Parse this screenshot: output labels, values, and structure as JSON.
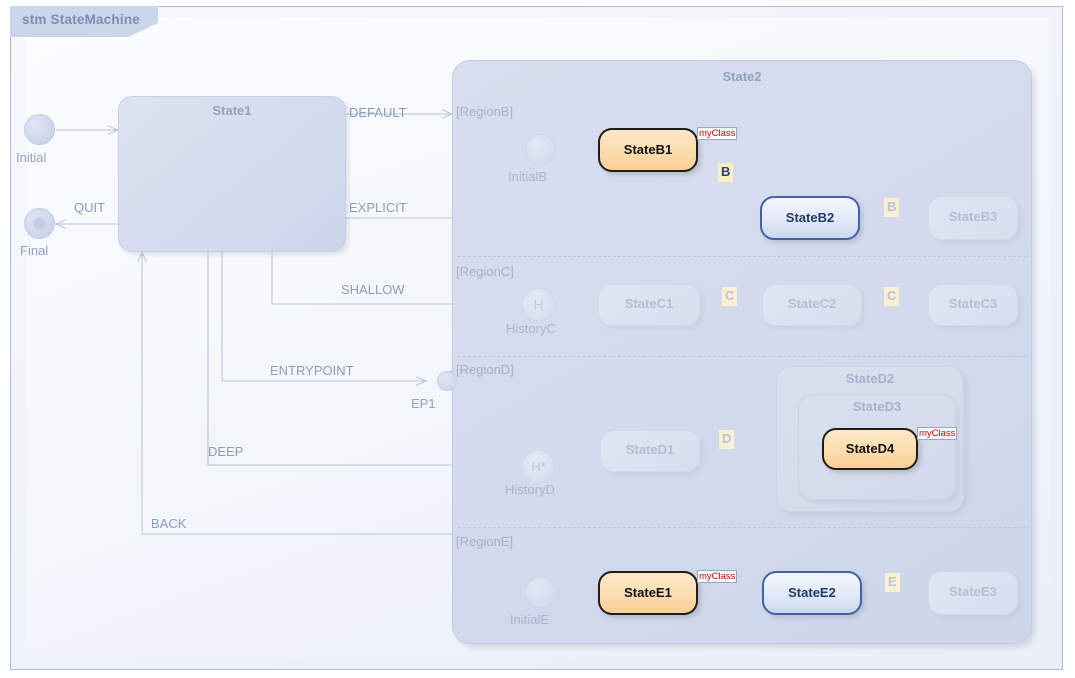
{
  "diagram": {
    "title": "stm StateMachine",
    "kind": "uml-state-machine"
  },
  "colors": {
    "frame_border": "#aebcd6",
    "title_tab_bg": "#ccd6ea",
    "title_text": "#7c8db0",
    "state_pale_fill": "#d4dcee",
    "state_faded_fill": "#dbe2f0",
    "active_fill": "#fcdcae",
    "active_border": "#1d1d1d",
    "blue_border": "#3f63a8",
    "event_badge_bg": "#fdeec4",
    "myclass_text": "#cc0000",
    "label_text": "#8c9cbe"
  },
  "top_level": {
    "initial": {
      "name": "Initial"
    },
    "final": {
      "name": "Final"
    },
    "state1": {
      "name": "State1"
    }
  },
  "transitions": [
    {
      "name": "DEFAULT",
      "from": "State1",
      "to": "RegionB",
      "label": "DEFAULT"
    },
    {
      "name": "EXPLICIT",
      "from": "State1",
      "to": "StateB2",
      "label": "EXPLICIT"
    },
    {
      "name": "SHALLOW",
      "from": "State1",
      "to": "HistoryC",
      "label": "SHALLOW"
    },
    {
      "name": "ENTRYPOINT",
      "from": "State1",
      "to": "EP1",
      "label": "ENTRYPOINT"
    },
    {
      "name": "DEEP",
      "from": "State1",
      "to": "HistoryD",
      "label": "DEEP"
    },
    {
      "name": "BACK",
      "from": "State2",
      "to": "State1",
      "label": "BACK"
    },
    {
      "name": "QUIT",
      "from": "State1",
      "to": "Final",
      "label": "QUIT"
    }
  ],
  "state2": {
    "name": "State2",
    "entry_point": "EP1",
    "regions": [
      {
        "name": "[RegionB]",
        "initial": "InitialB",
        "states": [
          {
            "name": "StateB1",
            "style": "active",
            "stereotype": "myClass"
          },
          {
            "name": "StateB2",
            "style": "blue"
          },
          {
            "name": "StateB3",
            "style": "faded"
          }
        ],
        "events": [
          {
            "label": "B",
            "style": "dark",
            "from": "StateB1",
            "to": "StateB2"
          },
          {
            "label": "B",
            "style": "dim",
            "from": "StateB2",
            "to": "StateB3"
          }
        ]
      },
      {
        "name": "[RegionC]",
        "initial": "HistoryC",
        "history_glyph": "H",
        "states": [
          {
            "name": "StateC1",
            "style": "faded"
          },
          {
            "name": "StateC2",
            "style": "faded"
          },
          {
            "name": "StateC3",
            "style": "faded"
          }
        ],
        "events": [
          {
            "label": "C",
            "style": "dim",
            "from": "StateC1",
            "to": "StateC2"
          },
          {
            "label": "C",
            "style": "dim",
            "from": "StateC2",
            "to": "StateC3"
          }
        ]
      },
      {
        "name": "[RegionD]",
        "initial": "HistoryD",
        "history_glyph": "H*",
        "states": [
          {
            "name": "StateD1",
            "style": "faded"
          },
          {
            "name": "StateD2",
            "style": "nested"
          },
          {
            "name": "StateD3",
            "style": "nested"
          },
          {
            "name": "StateD4",
            "style": "active",
            "stereotype": "myClass"
          }
        ],
        "events": [
          {
            "label": "D",
            "style": "dim",
            "from": "StateD1",
            "to": "StateD4"
          }
        ]
      },
      {
        "name": "[RegionE]",
        "initial": "InitialE",
        "states": [
          {
            "name": "StateE1",
            "style": "active",
            "stereotype": "myClass"
          },
          {
            "name": "StateE2",
            "style": "blue"
          },
          {
            "name": "StateE3",
            "style": "faded"
          }
        ],
        "events": [
          {
            "label": "E",
            "style": "dim",
            "from": "StateE2",
            "to": "StateE3"
          }
        ],
        "edge_stereotypes": [
          {
            "label": "myClass",
            "from": "StateE1",
            "to": "StateE2"
          }
        ]
      }
    ]
  }
}
